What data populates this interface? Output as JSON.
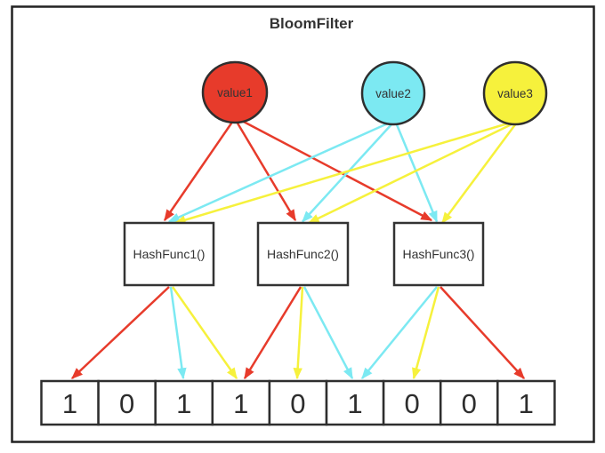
{
  "title": "BloomFilter",
  "values": [
    {
      "label": "value1",
      "color": "#e73b2b"
    },
    {
      "label": "value2",
      "color": "#7ce9f2"
    },
    {
      "label": "value3",
      "color": "#f6f13c"
    }
  ],
  "hash_functions": [
    {
      "label": "HashFunc1()"
    },
    {
      "label": "HashFunc2()"
    },
    {
      "label": "HashFunc3()"
    }
  ],
  "bit_array": [
    "1",
    "0",
    "1",
    "1",
    "0",
    "1",
    "0",
    "0",
    "1"
  ],
  "arrows": {
    "each_value_points_to": [
      "HashFunc1()",
      "HashFunc2()",
      "HashFunc3()"
    ],
    "hash_outputs": [
      {
        "hash": "HashFunc1()",
        "red_bit_index": 0,
        "cyan_bit_index": 2,
        "yellow_bit_index": 3
      },
      {
        "hash": "HashFunc2()",
        "red_bit_index": 3,
        "cyan_bit_index": 5,
        "yellow_bit_index": 4
      },
      {
        "hash": "HashFunc3()",
        "red_bit_index": 8,
        "cyan_bit_index": 5,
        "yellow_bit_index": 6
      }
    ]
  },
  "colors": {
    "border": "#2e2e2e",
    "text": "#333333",
    "background": "#ffffff"
  }
}
